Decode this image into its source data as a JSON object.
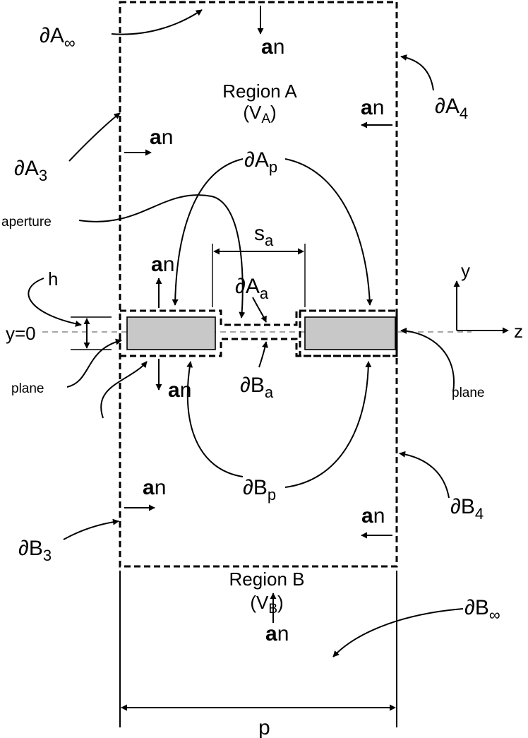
{
  "regions": {
    "a_name": "Region A",
    "a_vol": "(V",
    "a_vol_sub": "A",
    "b_name": "Region B",
    "b_vol": "(V",
    "b_vol_sub": "B",
    "close_paren": ")"
  },
  "boundaries": {
    "partial": "∂",
    "a_inf_base": "A",
    "a_inf_sub": "∞",
    "a3_base": "A",
    "a3_sub": "3",
    "a4_base": "A",
    "a4_sub": "4",
    "ap_base": "A",
    "ap_sub": "p",
    "aa_base": "A",
    "aa_sub": "a",
    "ba_base": "B",
    "ba_sub": "a",
    "bp_base": "B",
    "bp_sub": "p",
    "b3_base": "B",
    "b3_sub": "3",
    "b4_base": "B",
    "b4_sub": "4",
    "b_inf_base": "B",
    "b_inf_sub": "∞"
  },
  "normal": {
    "base": "a",
    "sub": "n"
  },
  "labels": {
    "aperture": "aperture",
    "plane_left": "plane",
    "plane_right": "plane",
    "h": "h",
    "y0": "y=0",
    "s_base": "s",
    "s_sub": "a",
    "p": "p",
    "axis_y": "y",
    "axis_z": "z"
  }
}
